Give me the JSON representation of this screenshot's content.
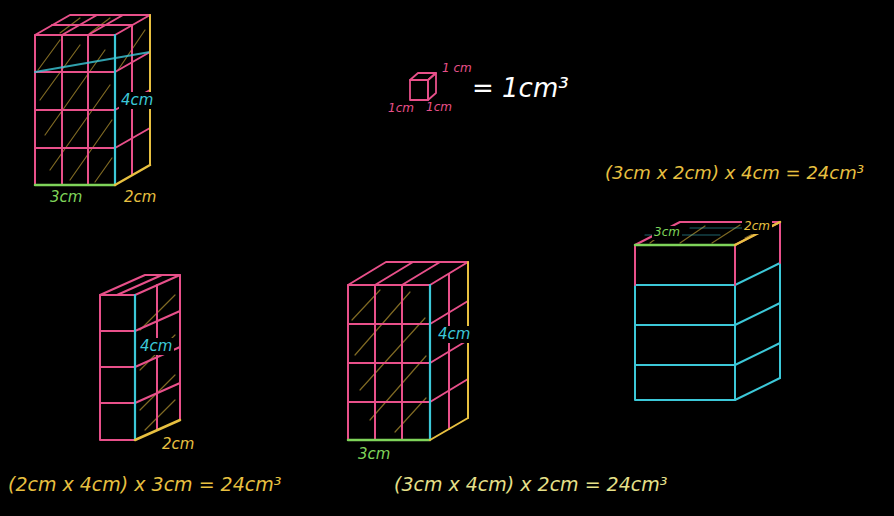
{
  "diagram": {
    "labels": [
      "4cm",
      "3cm",
      "2cm",
      "1 cm",
      "1cm",
      "1cm",
      "= 1cm³",
      "(3cm x 2cm) x 4cm = 24cm³",
      "3cm",
      "2cm",
      "4cm",
      "2cm",
      "(2cm x 4cm) x 3cm = 24cm³",
      "4cm",
      "3cm",
      "(3cm x 4cm) x 2cm = 24cm³"
    ]
  }
}
